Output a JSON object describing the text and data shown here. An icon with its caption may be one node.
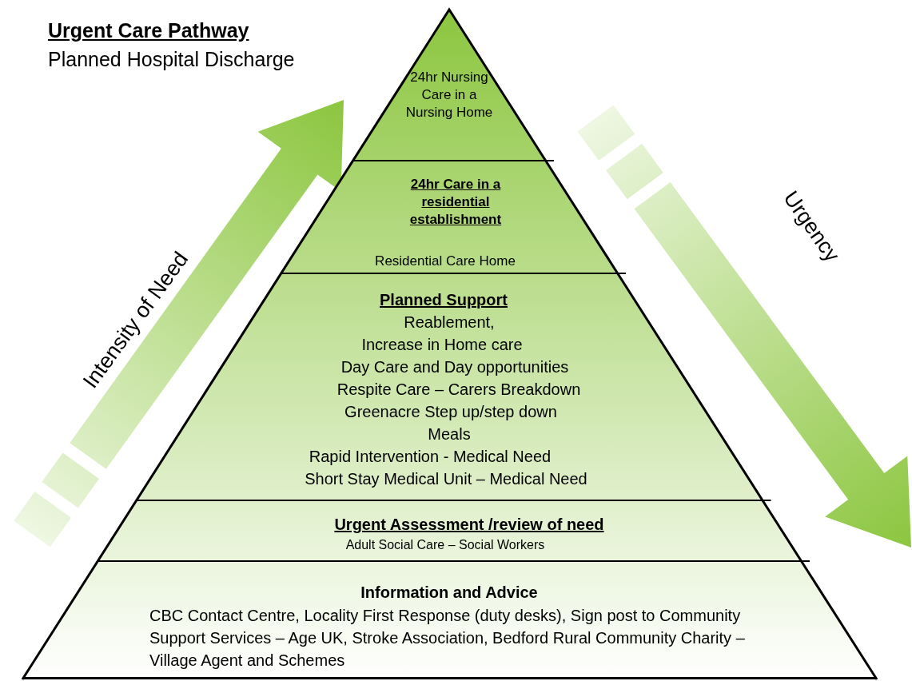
{
  "diagram": {
    "title": "Urgent Care Pathway",
    "nodes": [
      {
        "text": [
          "24hr Nursing Care in a Nursing Home"
        ]
      },
      {
        "text": [
          "24hr Care in a residential establishment",
          "Residential Care Home"
        ]
      },
      {
        "text": [
          "Planned Support",
          "Reablement,",
          "Increase in Home care",
          "Day Care and Day opportunities",
          "Respite Care – Carers Breakdown",
          "Greenacre Step up/step down",
          "Meals",
          "Rapid Intervention  - Medical Need",
          "Short Stay Medical Unit – Medical Need"
        ]
      },
      {
        "text": [
          "Urgent Assessment /review of need",
          "Adult Social Care – Social Workers"
        ]
      },
      {
        "text": [
          "Information and Advice",
          "CBC Contact Centre, Locality First Response (duty desks), Sign post to Community Support Services – Age UK, Stroke Association, Bedford Rural Community Charity – Village Agent and Schemes"
        ]
      }
    ],
    "edges": [],
    "labels": [
      "Planned Hospital Discharge",
      "Intensity of Need",
      "Urgency"
    ]
  }
}
